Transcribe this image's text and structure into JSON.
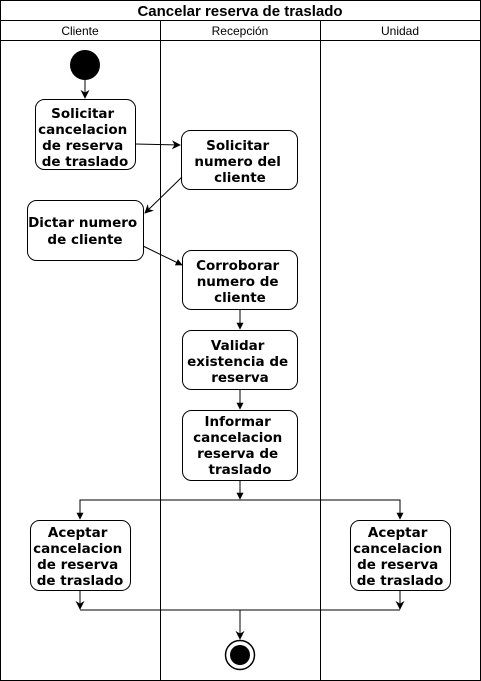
{
  "diagram": {
    "title": "Cancelar reserva de traslado",
    "lanes": [
      "Cliente",
      "Recepción",
      "Unidad"
    ],
    "nodes": {
      "solicitar_cancelacion": [
        "Solicitar",
        "cancelacion",
        "de reserva",
        "de traslado"
      ],
      "solicitar_numero": [
        "Solicitar",
        "numero del",
        "cliente"
      ],
      "dictar_numero": [
        "Dictar numero",
        "de cliente"
      ],
      "corroborar_numero": [
        "Corroborar",
        "numero de",
        "cliente"
      ],
      "validar_existencia": [
        "Validar",
        "existencia de",
        "reserva"
      ],
      "informar_cancelacion": [
        "Informar",
        "cancelacion",
        "reserva de",
        "traslado"
      ],
      "aceptar_cliente": [
        "Aceptar",
        "cancelacion",
        "de reserva",
        "de traslado"
      ],
      "aceptar_unidad": [
        "Aceptar",
        "cancelacion",
        "de reserva",
        "de traslado"
      ]
    }
  }
}
